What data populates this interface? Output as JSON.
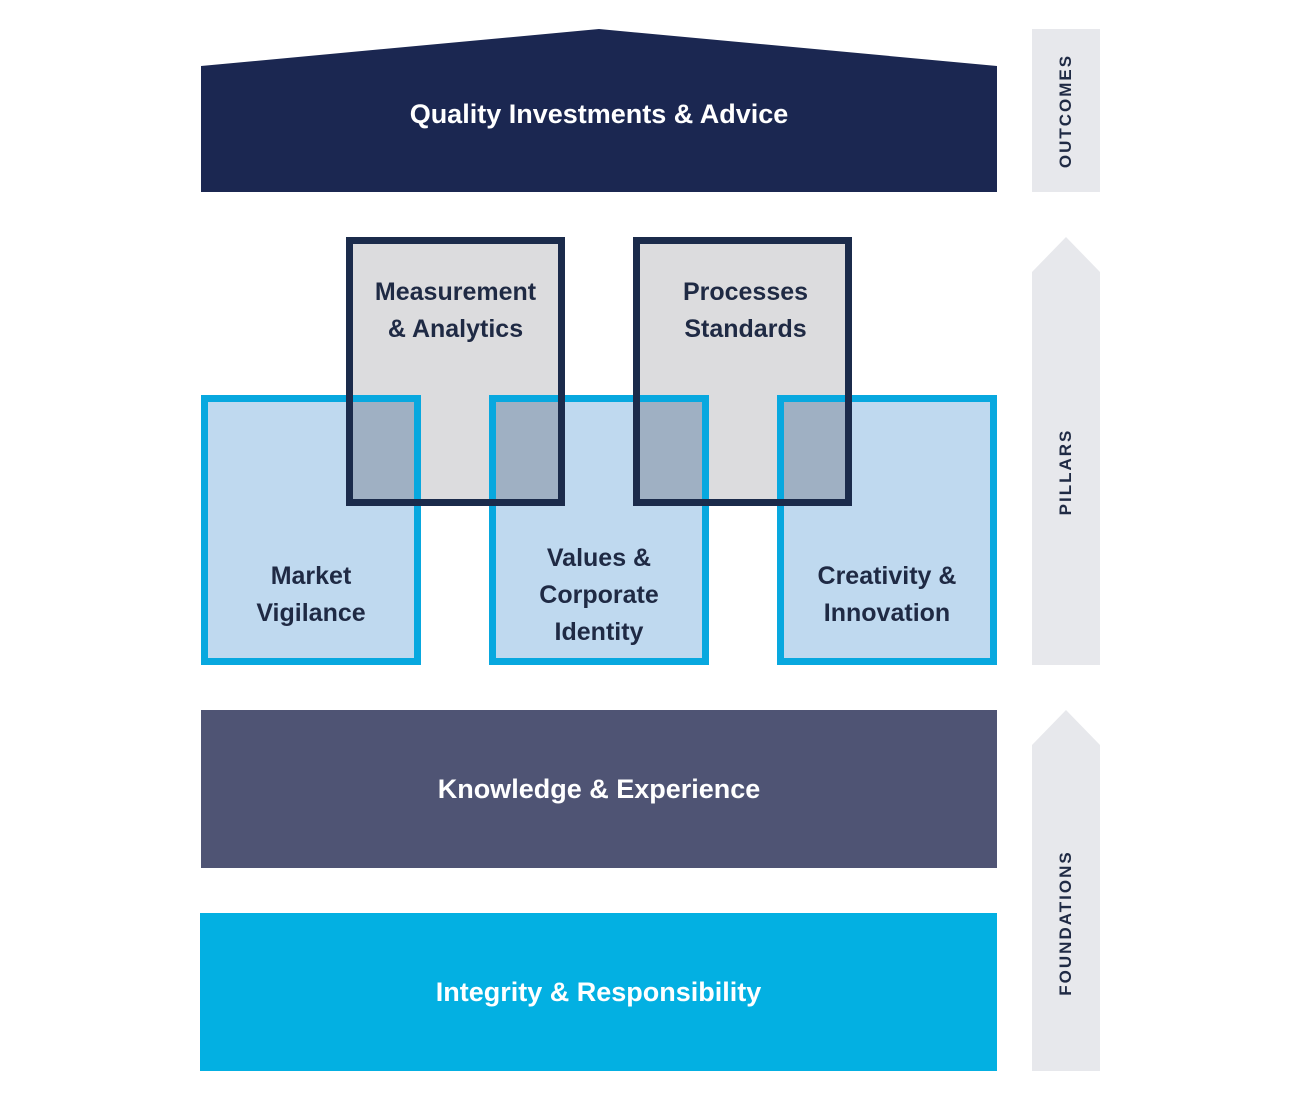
{
  "outcome": {
    "label": "Quality Investments & Advice",
    "color": "#1b2751"
  },
  "top_boxes": [
    {
      "line1": "Measurement",
      "line2": "& Analytics"
    },
    {
      "line1": "Processes",
      "line2": "Standards"
    }
  ],
  "pillars": [
    {
      "lines": [
        "Market",
        "Vigilance"
      ]
    },
    {
      "lines": [
        "Values &",
        "Corporate",
        "Identity"
      ]
    },
    {
      "lines": [
        "Creativity &",
        "Innovation"
      ]
    }
  ],
  "foundations": [
    {
      "label": "Knowledge & Experience",
      "color": "#4f5474"
    },
    {
      "label": "Integrity & Responsibility",
      "color": "#03b0e2"
    }
  ],
  "rail": {
    "outcomes": "OUTCOMES",
    "pillars": "PILLARS",
    "foundations": "FOUNDATIONS"
  },
  "colors": {
    "pillar_fill": "#bfd9ef",
    "pillar_border": "#08a8df",
    "top_fill": "#dcdcde",
    "top_border": "#1b2b4b",
    "overlap_fill": "#9fb0c3",
    "rail_fill": "#e7e8ec"
  }
}
